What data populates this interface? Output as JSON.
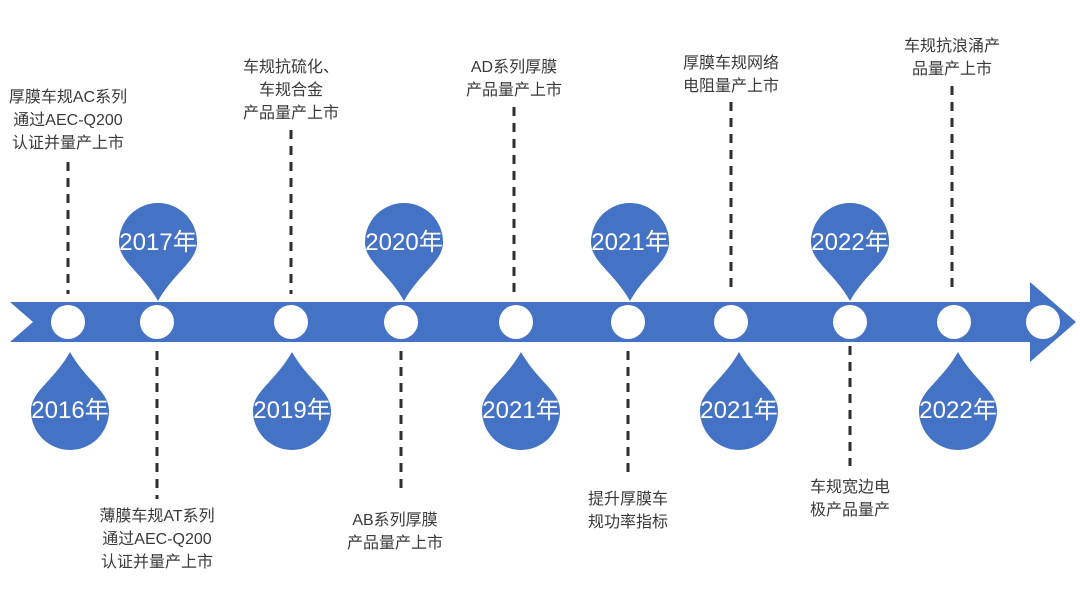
{
  "timeline": {
    "type": "milestone-timeline",
    "band_color": "#4472C4",
    "text_color": "#3a3a3a",
    "connector_color": "#2e2e2e",
    "year_text_color": "#ffffff",
    "direction": "left-to-right",
    "milestones": [
      {
        "year": "2016年",
        "year_side": "below",
        "note_side": "above",
        "note": "厚膜车规AC系列通过AEC-Q200认证并量产上市",
        "note_lines": [
          "厚膜车规AC系列",
          "通过AEC-Q200",
          "认证并量产上市"
        ]
      },
      {
        "year": "2017年",
        "year_side": "above",
        "note_side": "below",
        "note": "薄膜车规AT系列通过AEC-Q200认证并量产上市",
        "note_lines": [
          "薄膜车规AT系列",
          "通过AEC-Q200",
          "认证并量产上市"
        ]
      },
      {
        "year": "2019年",
        "year_side": "below",
        "note_side": "above",
        "note": "车规抗硫化、车规合金产品量产上市",
        "note_lines": [
          "车规抗硫化、",
          "车规合金",
          "产品量产上市"
        ]
      },
      {
        "year": "2020年",
        "year_side": "above",
        "note_side": "below",
        "note": "AB系列厚膜产品量产上市",
        "note_lines": [
          "AB系列厚膜",
          "产品量产上市"
        ]
      },
      {
        "year": "2021年",
        "year_side": "below",
        "note_side": "above",
        "note": "AD系列厚膜产品量产上市",
        "note_lines": [
          "AD系列厚膜",
          "产品量产上市"
        ]
      },
      {
        "year": "2021年",
        "year_side": "above",
        "note_side": "below",
        "note": "提升厚膜车规功率指标",
        "note_lines": [
          "提升厚膜车",
          "规功率指标"
        ]
      },
      {
        "year": "2021年",
        "year_side": "below",
        "note_side": "above",
        "note": "厚膜车规网络电阻量产上市",
        "note_lines": [
          "厚膜车规网络",
          "电阻量产上市"
        ]
      },
      {
        "year": "2022年",
        "year_side": "above",
        "note_side": "below",
        "note": "车规宽边电极产品量产",
        "note_lines": [
          "车规宽边电",
          "极产品量产"
        ]
      },
      {
        "year": "2022年",
        "year_side": "below",
        "note_side": "above",
        "note": "车规抗浪涌产品量产上市",
        "note_lines": [
          "车规抗浪涌产",
          "品量产上市"
        ]
      }
    ]
  }
}
